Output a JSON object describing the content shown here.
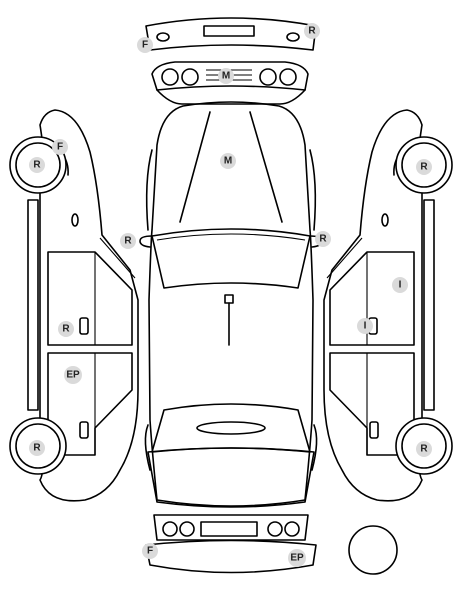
{
  "colors": {
    "line": "#000000",
    "marker_fill": "#dadada",
    "marker_text": "#222222",
    "background": "#ffffff"
  },
  "markers": {
    "front_bumper_left": "F",
    "front_bumper_right": "R",
    "grille": "M",
    "hood": "M",
    "left_front_wheel": "R",
    "left_front_fender": "F",
    "left_mirror": "R",
    "right_mirror": "R",
    "right_front_wheel": "R",
    "left_front_door": "R",
    "left_rear_door": "EP",
    "right_front_door": "I",
    "right_front_handle": "I",
    "left_rear_wheel": "R",
    "right_rear_wheel": "R",
    "rear_bumper_left": "F",
    "rear_bumper_right": "EP"
  }
}
